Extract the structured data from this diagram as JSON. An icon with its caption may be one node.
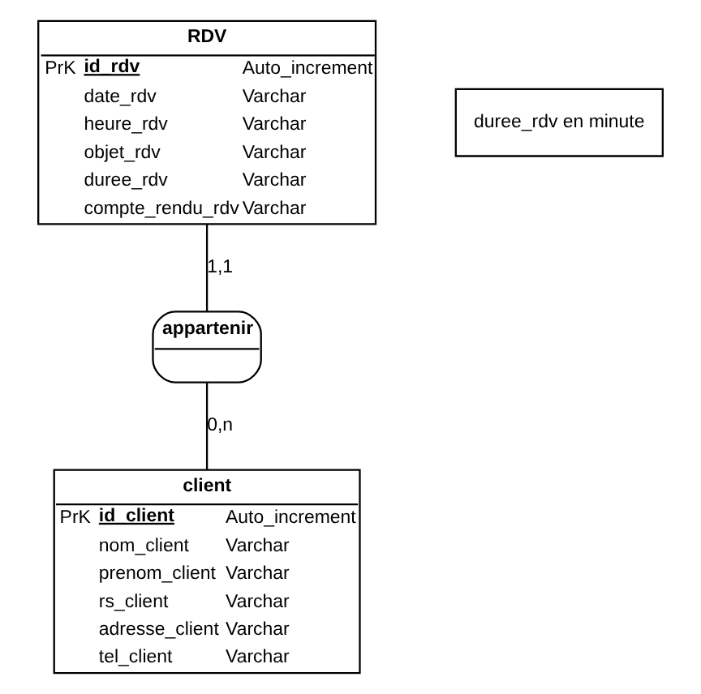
{
  "diagram": {
    "nodes": [
      {
        "text": [
          "RDV",
          "PrK",
          "id_rdv",
          "Auto_increment",
          "date_rdv",
          "Varchar",
          "heure_rdv",
          "Varchar",
          "objet_rdv",
          "Varchar",
          "duree_rdv",
          "Varchar",
          "compte_rendu_rdv",
          "Varchar"
        ]
      },
      {
        "text": [
          "appartenir"
        ]
      },
      {
        "text": [
          "client",
          "PrK",
          "id_client",
          "Auto_increment",
          "nom_client",
          "Varchar",
          "prenom_client",
          "Varchar",
          "rs_client",
          "Varchar",
          "adresse_client",
          "Varchar",
          "tel_client",
          "Varchar"
        ]
      },
      {
        "text": [
          "duree_rdv en minute"
        ]
      }
    ],
    "edges": [
      {
        "from": 0,
        "to": 1,
        "arrow": "none",
        "label": "1,1"
      },
      {
        "from": 1,
        "to": 2,
        "arrow": "none",
        "label": "0,n"
      }
    ]
  }
}
